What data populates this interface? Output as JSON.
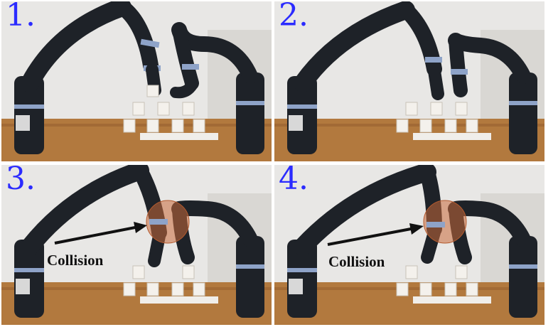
{
  "panels": [
    {
      "number": "1."
    },
    {
      "number": "2."
    },
    {
      "number": "3.",
      "annotation": "Collision"
    },
    {
      "number": "4.",
      "annotation": "Collision"
    }
  ],
  "colors": {
    "arm": "#1e2228",
    "joint_ring": "#8ea3c8",
    "table": "#b2793e",
    "wall": "#e9e8e6",
    "collision_highlight": "#c96a3a",
    "number_text": "#2b2bff"
  },
  "icons": [
    "robot-arm",
    "cup",
    "collision-circle",
    "arrow"
  ]
}
